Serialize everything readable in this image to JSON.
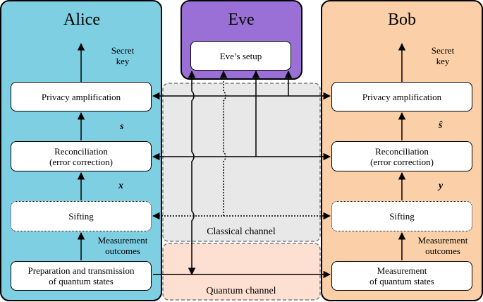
{
  "parties": {
    "alice": "Alice",
    "eve": "Eve",
    "bob": "Bob"
  },
  "eve_setup": "Eve’s setup",
  "alice": {
    "secret_key": [
      "Secret",
      "key"
    ],
    "privacy": "Privacy amplification",
    "s_var": "s",
    "reconciliation": [
      "Reconciliation",
      "(error correction)"
    ],
    "x_var": "x",
    "sifting": "Sifting",
    "measurement_outcomes": [
      "Measurement",
      "outcomes"
    ],
    "preparation": [
      "Preparation and transmission",
      "of quantum states"
    ]
  },
  "bob": {
    "secret_key": [
      "Secret",
      "key"
    ],
    "privacy": "Privacy amplification",
    "s_var": "ŝ",
    "reconciliation": [
      "Reconciliation",
      "(error correction)"
    ],
    "y_var": "y",
    "sifting": "Sifting",
    "measurement_outcomes": [
      "Measurement",
      "outcomes"
    ],
    "measurement": [
      "Measurement",
      "of quantum states"
    ]
  },
  "channels": {
    "classical": "Classical channel",
    "quantum": "Quantum channel"
  },
  "colors": {
    "alice_bg": "#7fcfe3",
    "eve_bg": "#9a6fd6",
    "bob_bg": "#fbd0a8",
    "classical_bg": "#e8e8e8",
    "quantum_bg": "#fde0d2"
  }
}
